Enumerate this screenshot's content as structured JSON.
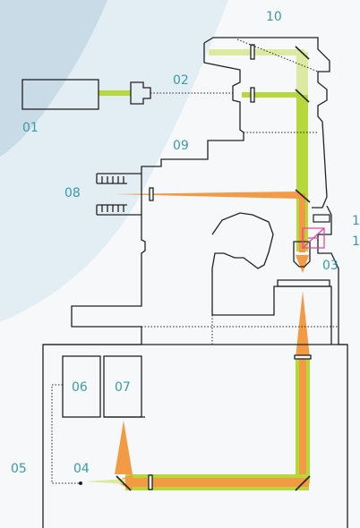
{
  "colors": {
    "background": "#f6f8fa",
    "backdrop_dark": "#c9dbe7",
    "backdrop_light": "#e3edf4",
    "outline": "#222222",
    "label": "#3a9aaa",
    "beam_green": "#b7d83a",
    "beam_light_green": "#dbeaa0",
    "beam_orange": "#f39a45",
    "accent_magenta": "#e0459a"
  },
  "labels": {
    "l01": "01",
    "l02": "02",
    "l03": "03",
    "l04": "04",
    "l05": "05",
    "l06": "06",
    "l07": "07",
    "l08": "08",
    "l09": "09",
    "l10": "10",
    "l11": "1",
    "l12": "1"
  }
}
